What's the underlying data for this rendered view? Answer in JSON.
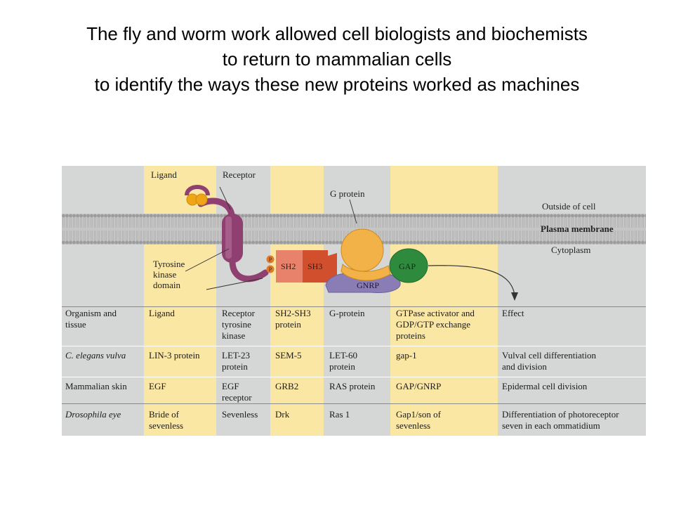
{
  "title": {
    "lines": [
      "The fly and worm work allowed cell biologists and biochemists",
      "to return to mammalian cells",
      "to identify the ways these new proteins worked as machines"
    ]
  },
  "diagram": {
    "labels": {
      "ligand": "Ligand",
      "receptor": "Receptor",
      "g_protein": "G protein",
      "outside_cell": "Outside of cell",
      "plasma_membrane": "Plasma membrane",
      "cytoplasm": "Cytoplasm",
      "tyrosine_kinase_domain": [
        "Tyrosine",
        "kinase",
        "domain"
      ],
      "sh2": "SH2",
      "sh3": "SH3",
      "gap": "GAP",
      "gnrp": "GNRP",
      "phosphate": "P"
    },
    "colors": {
      "band": "#fbe7a4",
      "background": "#d5d6d6",
      "membrane": "#a3a3a3",
      "receptor": "#8f3f70",
      "ligand": "#f0a417",
      "sh2": "#e9826b",
      "sh3": "#d24f2d",
      "g_protein": "#f3b247",
      "gap": "#2e8a3c",
      "gnrp": "#8a7cb5"
    }
  },
  "table": {
    "rows": [
      [
        [
          "Organism and",
          "tissue"
        ],
        [
          "Ligand"
        ],
        [
          "Receptor",
          "tyrosine",
          "kinase"
        ],
        [
          "SH2-SH3",
          "protein"
        ],
        [
          "G-protein"
        ],
        [
          "GTPase activator and",
          "GDP/GTP exchange",
          "proteins"
        ],
        [
          "Effect"
        ]
      ],
      [
        [
          "C. elegans vulva"
        ],
        [
          "LIN-3 protein"
        ],
        [
          "LET-23",
          "protein"
        ],
        [
          "SEM-5"
        ],
        [
          "LET-60",
          "protein"
        ],
        [
          "gap-1"
        ],
        [
          "Vulval cell differentiation",
          "and division"
        ]
      ],
      [
        [
          "Mammalian skin"
        ],
        [
          "EGF"
        ],
        [
          "EGF",
          "receptor"
        ],
        [
          "GRB2"
        ],
        [
          "RAS protein"
        ],
        [
          "GAP/GNRP"
        ],
        [
          "Epidermal cell division"
        ]
      ],
      [
        [
          "Drosophila eye"
        ],
        [
          "Bride of",
          "sevenless"
        ],
        [
          "Sevenless"
        ],
        [
          "Drk"
        ],
        [
          "Ras 1"
        ],
        [
          "Gap1/son of",
          "sevenless"
        ],
        [
          "Differentiation of photoreceptor",
          "seven in each ommatidium"
        ]
      ]
    ]
  }
}
